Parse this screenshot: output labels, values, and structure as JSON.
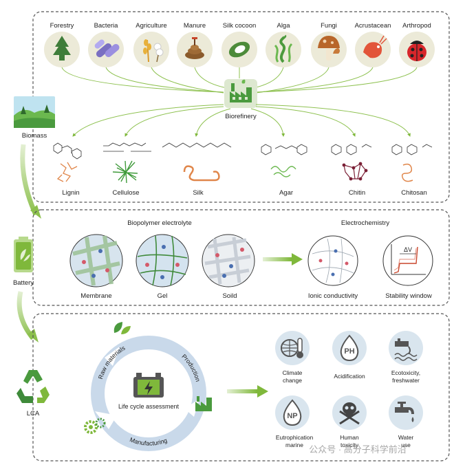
{
  "sources": [
    {
      "label": "Forestry",
      "icon": "tree-icon"
    },
    {
      "label": "Bacteria",
      "icon": "bacteria-icon"
    },
    {
      "label": "Agriculture",
      "icon": "wheat-icon"
    },
    {
      "label": "Manure",
      "icon": "manure-icon"
    },
    {
      "label": "Silk cocoon",
      "icon": "cocoon-icon"
    },
    {
      "label": "Alga",
      "icon": "seaweed-icon"
    },
    {
      "label": "Fungi",
      "icon": "mushroom-icon"
    },
    {
      "label": "Acrustacean",
      "icon": "shrimp-icon"
    },
    {
      "label": "Arthropod",
      "icon": "ladybug-icon"
    }
  ],
  "biorefinery": {
    "label": "Biorefinery",
    "icon": "factory-icon"
  },
  "polymers": [
    "Lignin",
    "Cellulose",
    "Silk",
    "Agar",
    "Chitin",
    "Chitosan"
  ],
  "side_labels": {
    "biomass": "Biomass",
    "battery": "Battery",
    "lca": "LCA"
  },
  "electrolyte": {
    "header": "Biopolymer electrolyte",
    "types": [
      "Membrane",
      "Gel",
      "Soild"
    ]
  },
  "electrochem": {
    "header": "Electrochemistry",
    "items": [
      "Ionic conductivity",
      "Stability window"
    ],
    "delta_v": "ΔV"
  },
  "lca_cycle": {
    "center": "Life cycle assessment",
    "stages": [
      "Raw materials",
      "Production",
      "Manufacturing"
    ]
  },
  "impacts": [
    {
      "line1": "Climate",
      "line2": "change",
      "icon": "thermometer-globe-icon"
    },
    {
      "line1": "Acidification",
      "line2": "",
      "icon": "ph-drop-icon",
      "glyph": "PH"
    },
    {
      "line1": "Ecotoxicity,",
      "line2": "freshwater",
      "icon": "water-pipe-icon"
    },
    {
      "line1": "Eutrophication",
      "line2": "marine",
      "icon": "np-drop-icon",
      "glyph": "NP"
    },
    {
      "line1": "Human",
      "line2": "toxicity",
      "icon": "skull-icon"
    },
    {
      "line1": "Water",
      "line2": "use",
      "icon": "faucet-icon"
    }
  ],
  "watermark": "公众号 · 高分子科学前沿",
  "colors": {
    "accent_green": "#7fb83b",
    "light_green": "#b7d98c",
    "circle_blue": "#cfdfec",
    "cycle_blue": "#c9d9ea",
    "border": "#555555"
  }
}
